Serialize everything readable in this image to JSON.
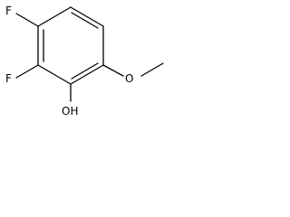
{
  "molecule": {
    "atoms": {
      "fluorine_top": "F",
      "fluorine_left": "F",
      "hydroxyl": "OH",
      "methoxy_oxygen": "O"
    }
  }
}
